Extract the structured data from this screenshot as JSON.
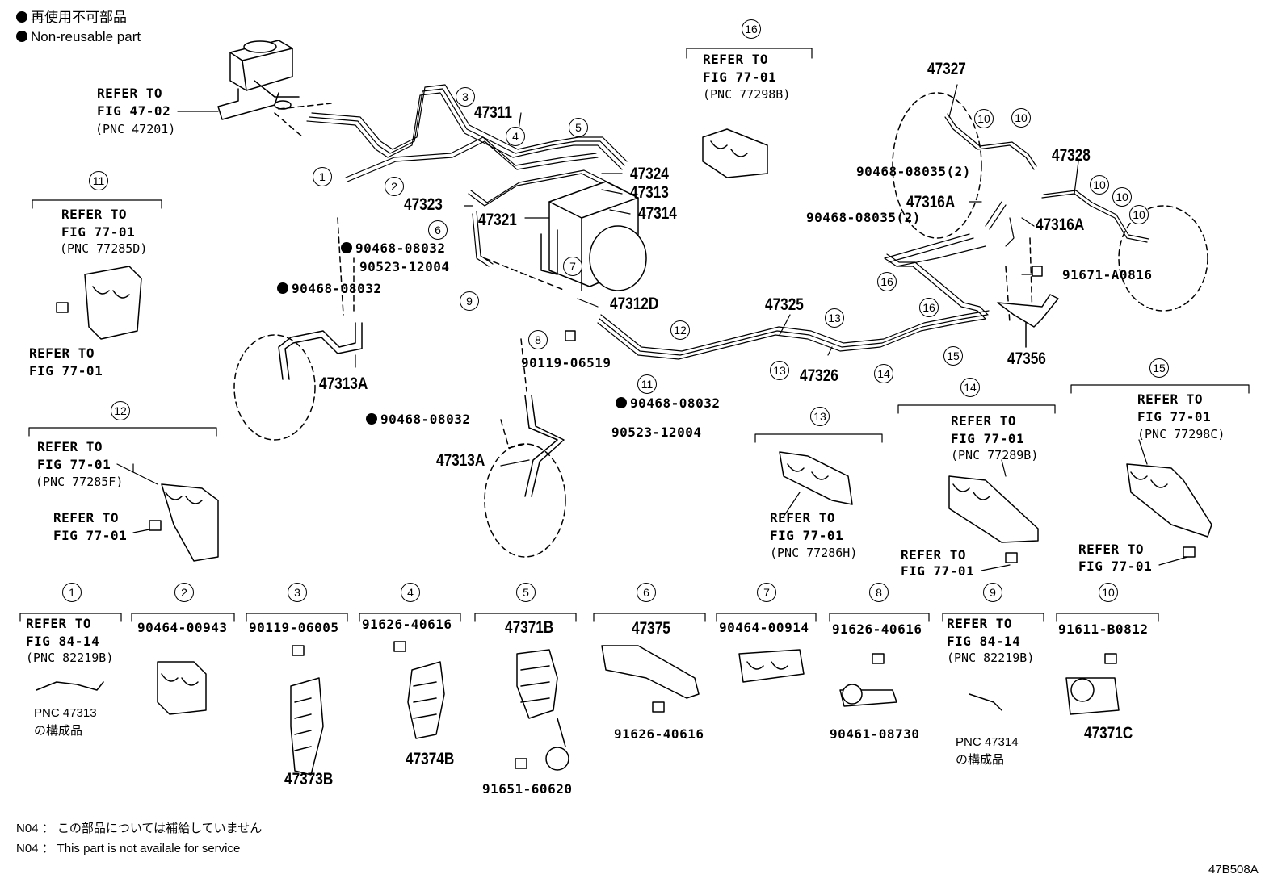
{
  "legend": {
    "jp": "再使用不可部品",
    "en": "Non-reusable part"
  },
  "notes": {
    "jp": "N04 ： この部品については補給していません",
    "en": "N04 ：  This part is not availale for service"
  },
  "figure_id": "47B508A",
  "refer_to": "REFER TO",
  "fig": {
    "f4702": "FIG 47-02",
    "f7701": "FIG 77-01",
    "f8414": "FIG 84-14"
  },
  "pnc": {
    "p47201": "(PNC 47201)",
    "p77298b": "(PNC 77298B)",
    "p77285d": "(PNC 77285D)",
    "p77285f": "(PNC 77285F)",
    "p77286h": "(PNC 77286H)",
    "p77289b": "(PNC 77289B)",
    "p77298c": "(PNC 77298C)",
    "p82219b": "(PNC 82219B)"
  },
  "pnc_component": {
    "a1": "PNC 47313",
    "a2": "の構成品",
    "b1": "PNC 47314",
    "b2": "の構成品"
  },
  "parts": {
    "p47311": "47311",
    "p47323": "47323",
    "p47321": "47321",
    "p47324": "47324",
    "p47313": "47313",
    "p47314": "47314",
    "p47312D": "47312D",
    "p47325": "47325",
    "p47326": "47326",
    "p47327": "47327",
    "p47328": "47328",
    "p47316A_1": "47316A",
    "p47316A_2": "47316A",
    "p47356": "47356",
    "p47313A_1": "47313A",
    "p47313A_2": "47313A",
    "p47373B": "47373B",
    "p47374B": "47374B",
    "p47371B": "47371B",
    "p47375": "47375",
    "p47371C": "47371C"
  },
  "bolts": {
    "b90468_08032_a": "90468-08032",
    "b90523_12004_a": "90523-12004",
    "b90468_08032_b": "90468-08032",
    "b90119_06519": "90119-06519",
    "b90468_08032_c": "90468-08032",
    "b90468_08032_d": "90468-08032",
    "b90523_12004_b": "90523-12004",
    "b90468_08035_a": "90468-08035(2)",
    "b90468_08035_b": "90468-08035(2)",
    "b91671_A0816": "91671-A0816"
  },
  "callouts": [
    "1",
    "2",
    "3",
    "4",
    "5",
    "6",
    "7",
    "8",
    "9",
    "10",
    "11",
    "12",
    "13",
    "14",
    "15",
    "16"
  ],
  "bottom_row": {
    "c2": "90464-00943",
    "c3": "90119-06005",
    "c4": "91626-40616",
    "c6_bolt": "91626-40616",
    "c5_bolt": "91651-60620",
    "c7": "90464-00914",
    "c8": "91626-40616",
    "c8_clamp": "90461-08730",
    "c10": "91611-B0812"
  }
}
